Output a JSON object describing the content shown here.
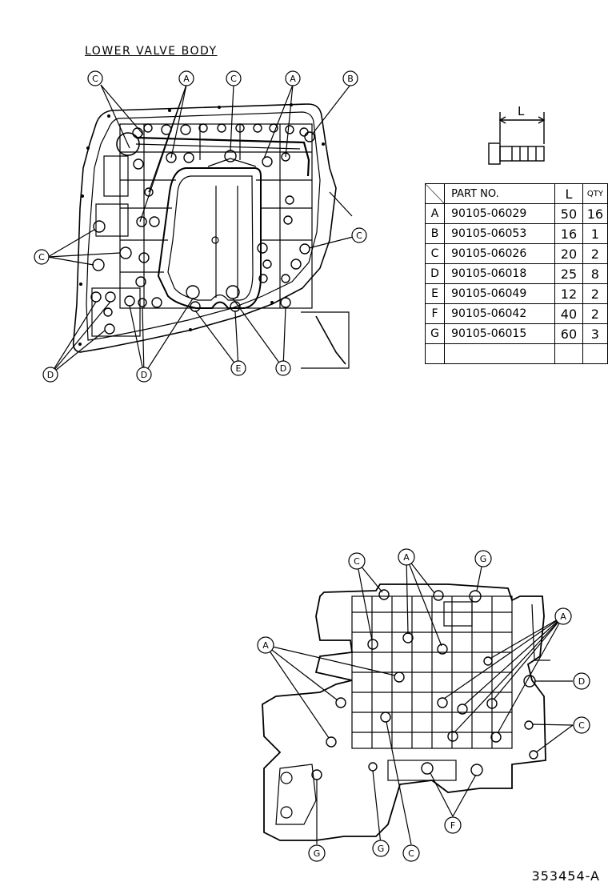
{
  "title": "LOWER VALVE BODY",
  "dimension_label": "L",
  "table": {
    "headers": [
      "",
      "PART NO.",
      "L",
      "QTY"
    ],
    "rows": [
      {
        "code": "A",
        "part_no": "90105-06029",
        "length": "50",
        "qty": "16"
      },
      {
        "code": "B",
        "part_no": "90105-06053",
        "length": "16",
        "qty": "1"
      },
      {
        "code": "C",
        "part_no": "90105-06026",
        "length": "20",
        "qty": "2"
      },
      {
        "code": "D",
        "part_no": "90105-06018",
        "length": "25",
        "qty": "8"
      },
      {
        "code": "E",
        "part_no": "90105-06049",
        "length": "12",
        "qty": "2"
      },
      {
        "code": "F",
        "part_no": "90105-06042",
        "length": "40",
        "qty": "2"
      },
      {
        "code": "G",
        "part_no": "90105-06015",
        "length": "60",
        "qty": "3"
      }
    ]
  },
  "callout_letters": {
    "a": "A",
    "b": "B",
    "c": "C",
    "d": "D",
    "e": "E",
    "f": "F",
    "g": "G"
  },
  "diagram_code": "353454-A"
}
